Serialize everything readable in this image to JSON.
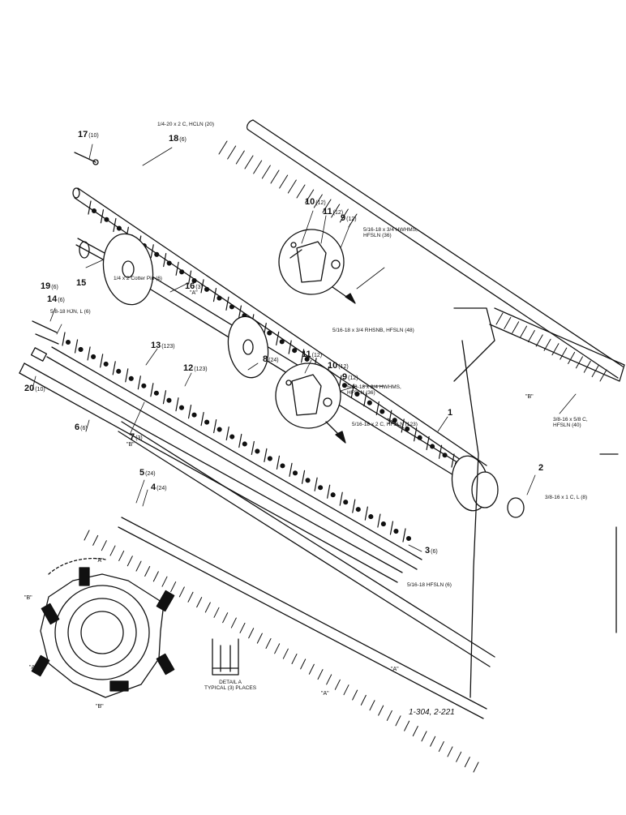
{
  "callouts": [
    {
      "key": "c17",
      "num": "17",
      "qty": "(10)"
    },
    {
      "key": "c18",
      "num": "18",
      "qty": "(6)"
    },
    {
      "key": "c10a",
      "num": "10",
      "qty": "(12)"
    },
    {
      "key": "c11a",
      "num": "11",
      "qty": "(12)"
    },
    {
      "key": "c9a",
      "num": "9",
      "qty": "(12)"
    },
    {
      "key": "c15",
      "num": "15",
      "qty": ""
    },
    {
      "key": "c16",
      "num": "16",
      "qty": "(3)"
    },
    {
      "key": "c19",
      "num": "19",
      "qty": "(6)"
    },
    {
      "key": "c14",
      "num": "14",
      "qty": "(6)"
    },
    {
      "key": "c13",
      "num": "13",
      "qty": "(123)"
    },
    {
      "key": "c12",
      "num": "12",
      "qty": "(123)"
    },
    {
      "key": "c8",
      "num": "8",
      "qty": "(24)"
    },
    {
      "key": "c11b",
      "num": "11",
      "qty": "(12)"
    },
    {
      "key": "c10b",
      "num": "10",
      "qty": "(12)"
    },
    {
      "key": "c9b",
      "num": "9",
      "qty": "(12)"
    },
    {
      "key": "c20",
      "num": "20",
      "qty": "(10)"
    },
    {
      "key": "c6",
      "num": "6",
      "qty": "(6)"
    },
    {
      "key": "c7",
      "num": "7",
      "qty": "(3)"
    },
    {
      "key": "c1",
      "num": "1",
      "qty": ""
    },
    {
      "key": "c2",
      "num": "2",
      "qty": ""
    },
    {
      "key": "c5",
      "num": "5",
      "qty": "(24)"
    },
    {
      "key": "c4",
      "num": "4",
      "qty": "(24)"
    },
    {
      "key": "c3",
      "num": "3",
      "qty": "(6)"
    }
  ],
  "notes": {
    "top_bolt": "1/4-20 x 2 C, HCLN (20)",
    "hw_upper": "5/16-18 x 3/4 HWHMS,\nHFSLN (36)",
    "cotter": "1/4 x 2 Cotter Pin (6)",
    "hjn": "5/8-18 HJN, L (6)",
    "rhsnb": "5/16-18 x 3/4 RHSNB, HFSLN (48)",
    "hw_lower": "5/16-18 x 3/4 HWHMS,\nHFSLN (36)",
    "c_bolt_123": "5/16-18 x 2 C, HFSLN (123)",
    "c_bolt_40": "3/8-16 x 5/8 C,\nHFSLN (40)",
    "c_bolt_8": "3/8-16 x 1 C, L (8)",
    "hfsln_6": "5/16-18 HFSLN (6)",
    "detail_a": "DETAIL A\nTYPICAL (3) PLACES"
  },
  "tags": {
    "a_tube_upper": "\"A\"",
    "b_tube_lower": "\"B\"",
    "b_right": "\"B\"",
    "a_bottom_1": "\"A\"",
    "a_bottom_2": "\"A\"",
    "spider_a_top": "\"A\"",
    "spider_b_left": "\"B\"",
    "spider_b_right": "\"B\"",
    "spider_a_left": "\"A\"",
    "spider_a_right": "\"A\"",
    "spider_b_bottom": "\"B\""
  },
  "reference": "1-304, 2-221"
}
